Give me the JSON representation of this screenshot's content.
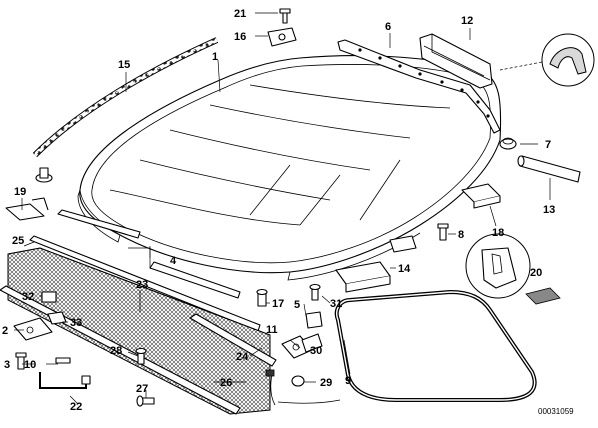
{
  "diagram": {
    "document_number": "00031059",
    "callouts": [
      {
        "id": "c1",
        "text": "1"
      },
      {
        "id": "c2",
        "text": "2"
      },
      {
        "id": "c3",
        "text": "3"
      },
      {
        "id": "c4",
        "text": "4"
      },
      {
        "id": "c5",
        "text": "5"
      },
      {
        "id": "c6",
        "text": "6"
      },
      {
        "id": "c7",
        "text": "7"
      },
      {
        "id": "c8",
        "text": "8"
      },
      {
        "id": "c9",
        "text": "9"
      },
      {
        "id": "c10",
        "text": "10"
      },
      {
        "id": "c11",
        "text": "11"
      },
      {
        "id": "c12",
        "text": "12"
      },
      {
        "id": "c13",
        "text": "13"
      },
      {
        "id": "c14",
        "text": "14"
      },
      {
        "id": "c15",
        "text": "15"
      },
      {
        "id": "c16",
        "text": "16"
      },
      {
        "id": "c17",
        "text": "17"
      },
      {
        "id": "c18",
        "text": "18"
      },
      {
        "id": "c19",
        "text": "19"
      },
      {
        "id": "c20",
        "text": "20"
      },
      {
        "id": "c21",
        "text": "21"
      },
      {
        "id": "c22",
        "text": "22"
      },
      {
        "id": "c23",
        "text": "23"
      },
      {
        "id": "c24",
        "text": "24"
      },
      {
        "id": "c25",
        "text": "25"
      },
      {
        "id": "c26",
        "text": "26"
      },
      {
        "id": "c27",
        "text": "27"
      },
      {
        "id": "c28",
        "text": "28"
      },
      {
        "id": "c29",
        "text": "29"
      },
      {
        "id": "c30",
        "text": "30"
      },
      {
        "id": "c31",
        "text": "31"
      },
      {
        "id": "c32",
        "text": "32"
      },
      {
        "id": "c33",
        "text": "33"
      }
    ]
  }
}
